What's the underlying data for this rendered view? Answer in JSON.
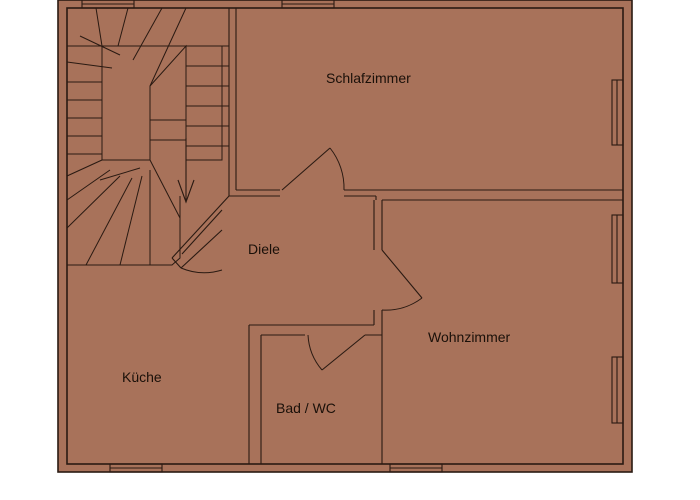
{
  "colors": {
    "floor": "#a8725a",
    "wall": "#2a1a12",
    "background": "#ffffff"
  },
  "rooms": {
    "schlafzimmer": "Schlafzimmer",
    "diele": "Diele",
    "wohnzimmer": "Wohnzimmer",
    "kueche": "Küche",
    "bad": "Bad / WC"
  }
}
